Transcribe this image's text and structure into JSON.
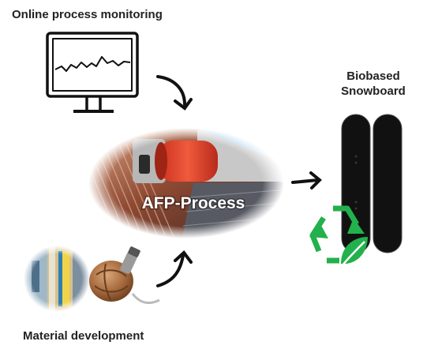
{
  "labels": {
    "monitoring": "Online process monitoring",
    "snowboard_line1": "Biobased",
    "snowboard_line2": "Snowboard",
    "process": "AFP-Process",
    "material": "Material development"
  },
  "colors": {
    "recycle_green": "#22b14c",
    "roller_red": "#e8422e",
    "board_black": "#111111",
    "arrow_black": "#111111"
  },
  "icons": [
    "monitor-icon",
    "recycle-icon",
    "leaf-icon",
    "snowboard-icon",
    "arrow-icon"
  ]
}
